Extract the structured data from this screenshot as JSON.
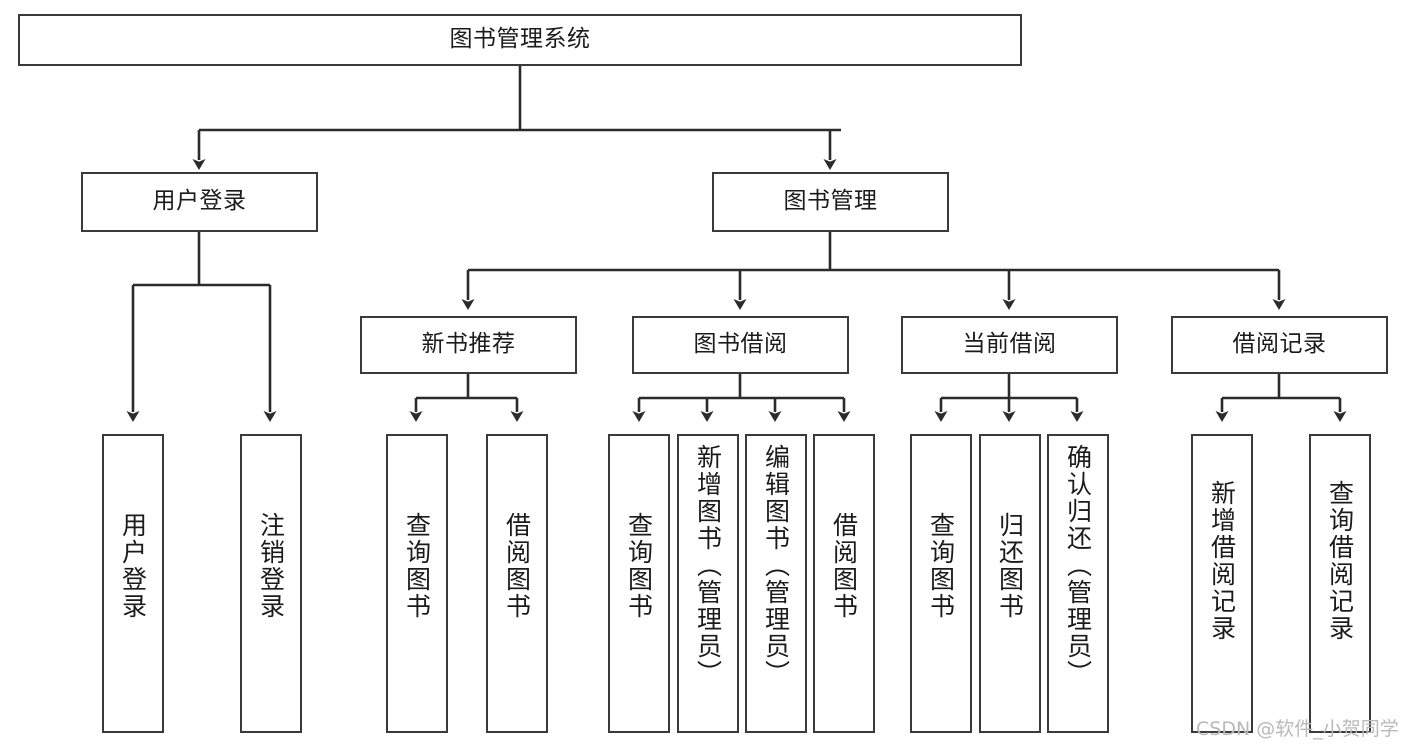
{
  "diagram": {
    "title": "图书管理系统",
    "type": "tree-hierarchy-chart",
    "colors": {
      "box_border": "#3a3a3a",
      "box_fill": "#ffffff",
      "connector": "#2b2b2b",
      "text": "#1b1b1b",
      "watermark": "#b9b9b9",
      "background": "#ffffff"
    },
    "root": {
      "label": "图书管理系统"
    },
    "level2": [
      {
        "label": "用户登录"
      },
      {
        "label": "图书管理"
      }
    ],
    "level3": [
      {
        "label": "新书推荐"
      },
      {
        "label": "图书借阅"
      },
      {
        "label": "当前借阅"
      },
      {
        "label": "借阅记录"
      }
    ],
    "leaves": {
      "user_login": [
        {
          "label": "用户登录"
        },
        {
          "label": "注销登录"
        }
      ],
      "new_book_recommend": [
        {
          "label": "查询图书"
        },
        {
          "label": "借阅图书"
        }
      ],
      "book_borrow": [
        {
          "label": "查询图书"
        },
        {
          "label": "新增图书（管理员）"
        },
        {
          "label": "编辑图书（管理员）"
        },
        {
          "label": "借阅图书"
        }
      ],
      "current_borrow": [
        {
          "label": "查询图书"
        },
        {
          "label": "归还图书"
        },
        {
          "label": "确认归还（管理员）"
        }
      ],
      "borrow_record": [
        {
          "label": "新增借阅记录"
        },
        {
          "label": "查询借阅记录"
        }
      ]
    },
    "watermark": "CSDN @软件_小贺同学"
  }
}
